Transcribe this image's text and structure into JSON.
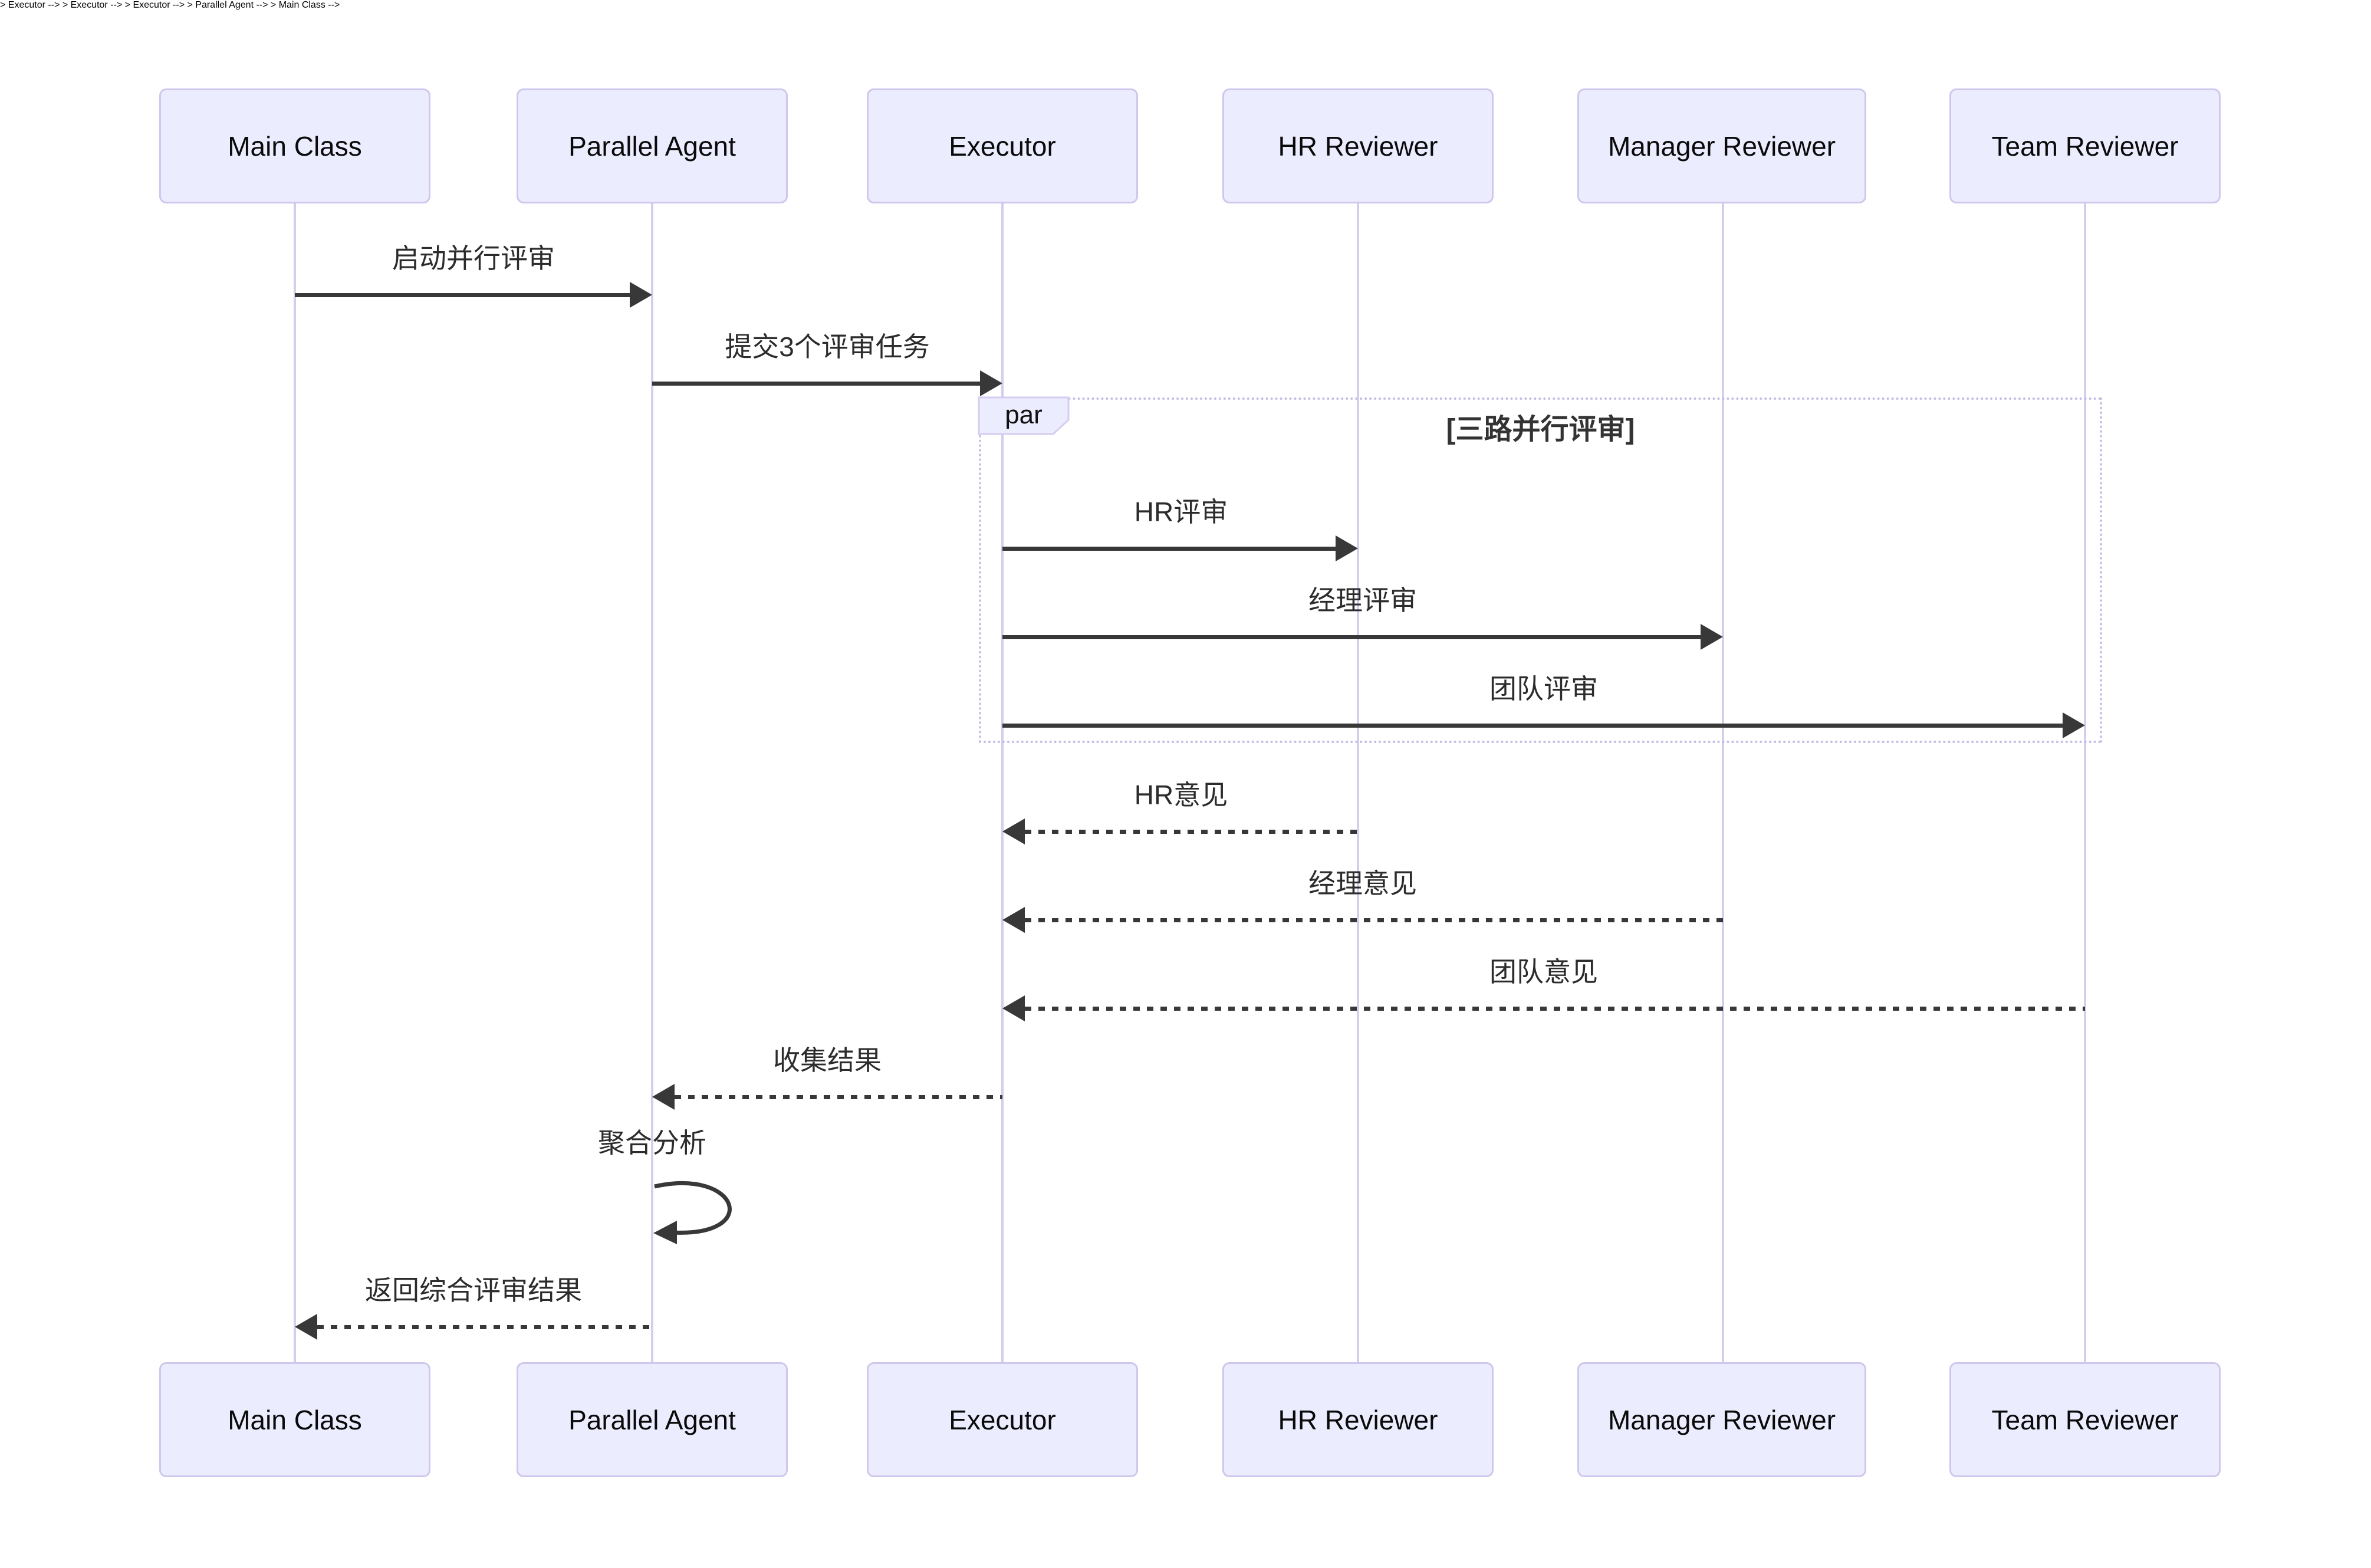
{
  "diagram": {
    "type": "sequence-diagram",
    "participants": [
      {
        "label": "Main Class"
      },
      {
        "label": "Parallel Agent"
      },
      {
        "label": "Executor"
      },
      {
        "label": "HR Reviewer"
      },
      {
        "label": "Manager Reviewer"
      },
      {
        "label": "Team Reviewer"
      }
    ],
    "messages": [
      {
        "from": "Main Class",
        "to": "Parallel Agent",
        "label": "启动并行评审",
        "line": "solid"
      },
      {
        "from": "Parallel Agent",
        "to": "Executor",
        "label": "提交3个评审任务",
        "line": "solid"
      },
      {
        "from": "Executor",
        "to": "HR Reviewer",
        "label": "HR评审",
        "line": "solid"
      },
      {
        "from": "Executor",
        "to": "Manager Reviewer",
        "label": "经理评审",
        "line": "solid"
      },
      {
        "from": "Executor",
        "to": "Team Reviewer",
        "label": "团队评审",
        "line": "solid"
      },
      {
        "from": "HR Reviewer",
        "to": "Executor",
        "label": "HR意见",
        "line": "dashed"
      },
      {
        "from": "Manager Reviewer",
        "to": "Executor",
        "label": "经理意见",
        "line": "dashed"
      },
      {
        "from": "Team Reviewer",
        "to": "Executor",
        "label": "团队意见",
        "line": "dashed"
      },
      {
        "from": "Executor",
        "to": "Parallel Agent",
        "label": "收集结果",
        "line": "dashed"
      },
      {
        "from": "Parallel Agent",
        "to": "Parallel Agent",
        "label": "聚合分析",
        "line": "self"
      },
      {
        "from": "Parallel Agent",
        "to": "Main Class",
        "label": "返回综合评审结果",
        "line": "dashed"
      }
    ],
    "fragment": {
      "operator": "par",
      "condition": "[三路并行评审]"
    },
    "colors": {
      "actor_fill": "#ECECFF",
      "actor_border": "#cfc7ec",
      "lifeline": "#d4cdec",
      "signal": "#383838",
      "frame_border": "#c5bce6",
      "background": "#ffffff"
    }
  }
}
